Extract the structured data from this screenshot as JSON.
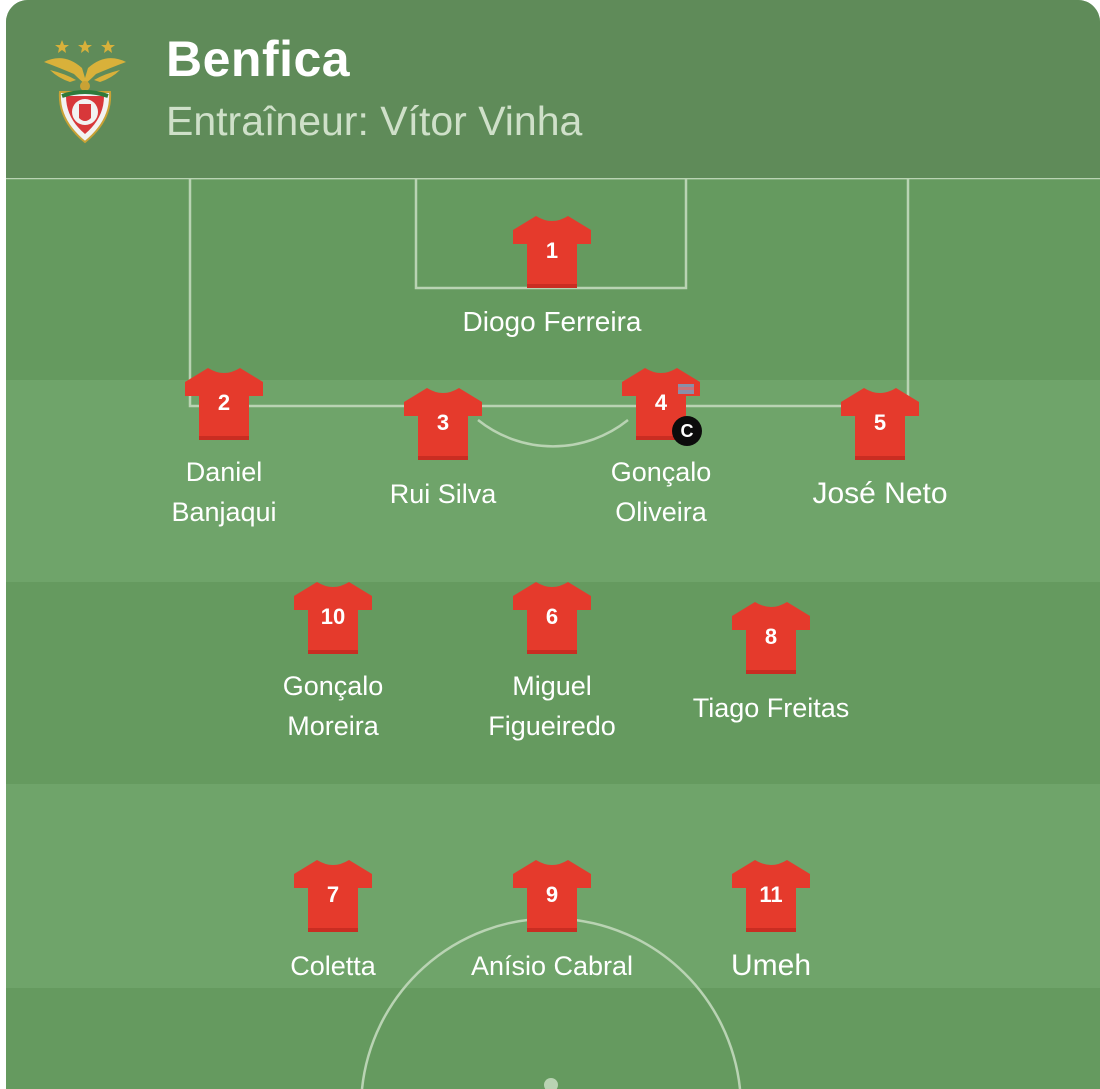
{
  "team": {
    "name": "Benfica",
    "coach": "Entraîneur: Vítor Vinha",
    "crest_icon": "benfica-crest-icon"
  },
  "colors": {
    "pitch_light": "#6fa46a",
    "pitch_dark": "#659a5f",
    "header": "#5f8b59",
    "shirt": "#e53a2c",
    "text": "#ffffff"
  },
  "formation": "4-3-3",
  "players": [
    {
      "number": "1",
      "name": "Diogo Ferreira",
      "captain": false
    },
    {
      "number": "2",
      "name": "Daniel Banjaqui",
      "captain": false
    },
    {
      "number": "3",
      "name": "Rui Silva",
      "captain": false
    },
    {
      "number": "4",
      "name": "Gonçalo Oliveira",
      "captain": true,
      "captain_label": "C"
    },
    {
      "number": "5",
      "name": "José Neto",
      "captain": false
    },
    {
      "number": "10",
      "name": "Gonçalo Moreira",
      "captain": false
    },
    {
      "number": "6",
      "name": "Miguel Figueiredo",
      "captain": false
    },
    {
      "number": "8",
      "name": "Tiago Freitas",
      "captain": false
    },
    {
      "number": "7",
      "name": "Coletta",
      "captain": false
    },
    {
      "number": "9",
      "name": "Anísio Cabral",
      "captain": false
    },
    {
      "number": "11",
      "name": "Umeh",
      "captain": false
    }
  ]
}
